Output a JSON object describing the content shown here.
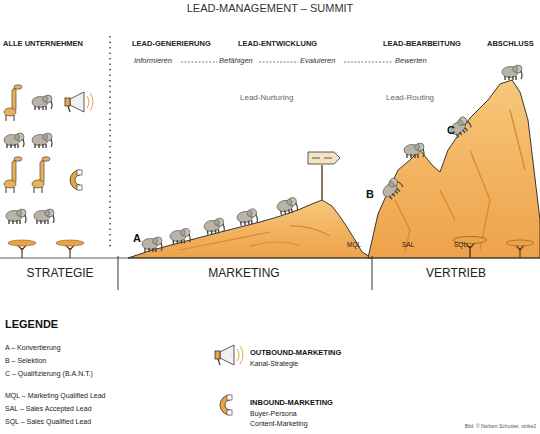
{
  "diagram": {
    "title": "LEAD-MANAGEMENT – SUMMIT",
    "labels": [
      "ALLE UNTERNEHMEN",
      "LEAD-GENERIERUNG",
      "LEAD-ENTWICKLUNG",
      "LEAD-BEARBEITUNG",
      "ABSCHLUSS",
      "Informieren",
      "Befähigen",
      "Evaluieren",
      "Bewerten",
      "Lead-Nurturing",
      "Lead-Routing",
      "A",
      "B",
      "C",
      "MQL",
      "SAL",
      "SQL",
      "STRATEGIE",
      "MARKETING",
      "VERTRIEB",
      "LEGENDE",
      "Bild: © Norbert Schuster, strike2"
    ],
    "legend": [
      {
        "text": "A – Konvertierung"
      },
      {
        "text": "B – Selektion"
      },
      {
        "text": "C – Qualifizierung (B.A.N.T.)"
      },
      {
        "text": "MQL – Marketing Qualified Lead"
      },
      {
        "text": "SAL – Sales Accepted Lead"
      },
      {
        "text": "SQL – Sales Qualified Lead"
      },
      {
        "text": "OUTBOUND-MARKETING"
      },
      {
        "text": "Kanal-Strategie"
      },
      {
        "text": "INBOUND-MARKETING"
      },
      {
        "text": "Buyer-Persona"
      },
      {
        "text": "Content-Marketing"
      }
    ]
  }
}
